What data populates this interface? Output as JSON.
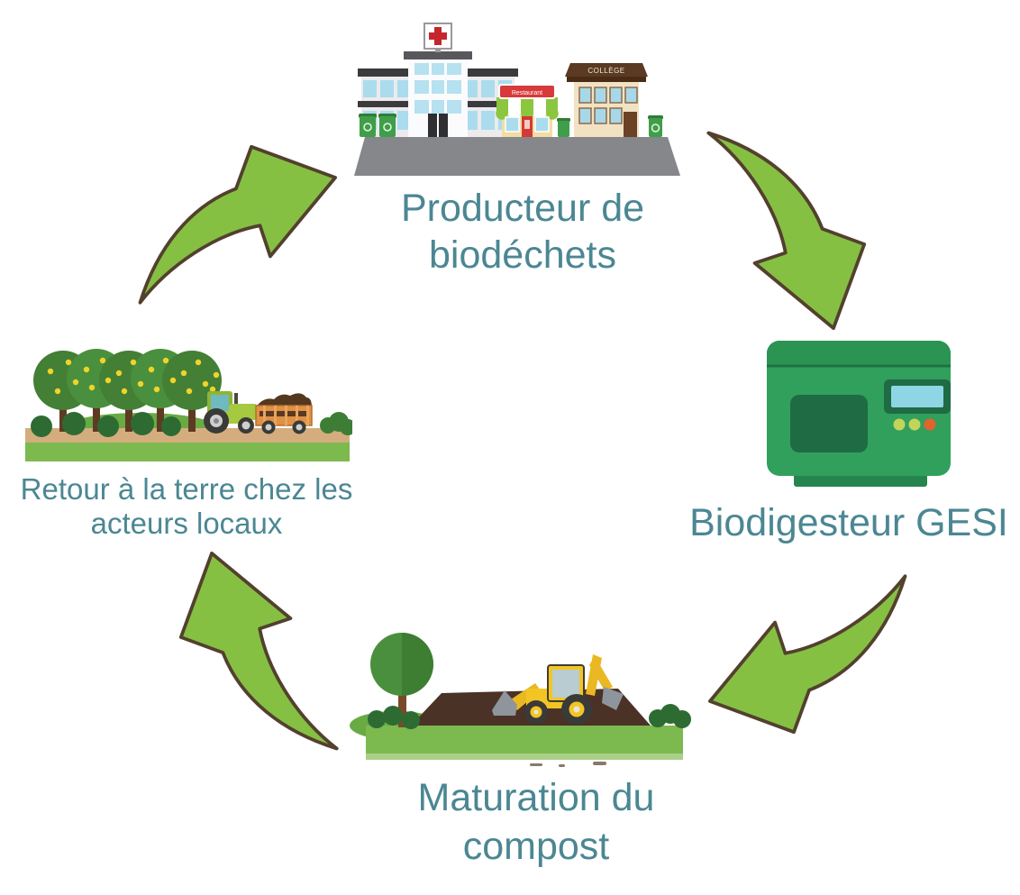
{
  "diagram": {
    "nodes": {
      "producteur": {
        "line1": "Producteur de",
        "line2": "biodéchets"
      },
      "biodigesteur": {
        "line1": "Biodigesteur GESI"
      },
      "maturation": {
        "line1": "Maturation du",
        "line2": "compost"
      },
      "retour": {
        "line1": "Retour à la terre chez les",
        "line2": "acteurs locaux"
      }
    },
    "signs": {
      "college": "COLLÈGE",
      "restaurant": "Restaurant"
    },
    "colors": {
      "label_text": "#4b8793",
      "arrow_fill": "#85c043",
      "arrow_outline": "#53402e",
      "background": "#ffffff",
      "biodigester_body": "#31a05c",
      "biodigester_panel": "#1f6b44",
      "screen_blue": "#8fd6e4",
      "grass_green": "#7cb94e",
      "compost_brown": "#4a3226"
    }
  }
}
